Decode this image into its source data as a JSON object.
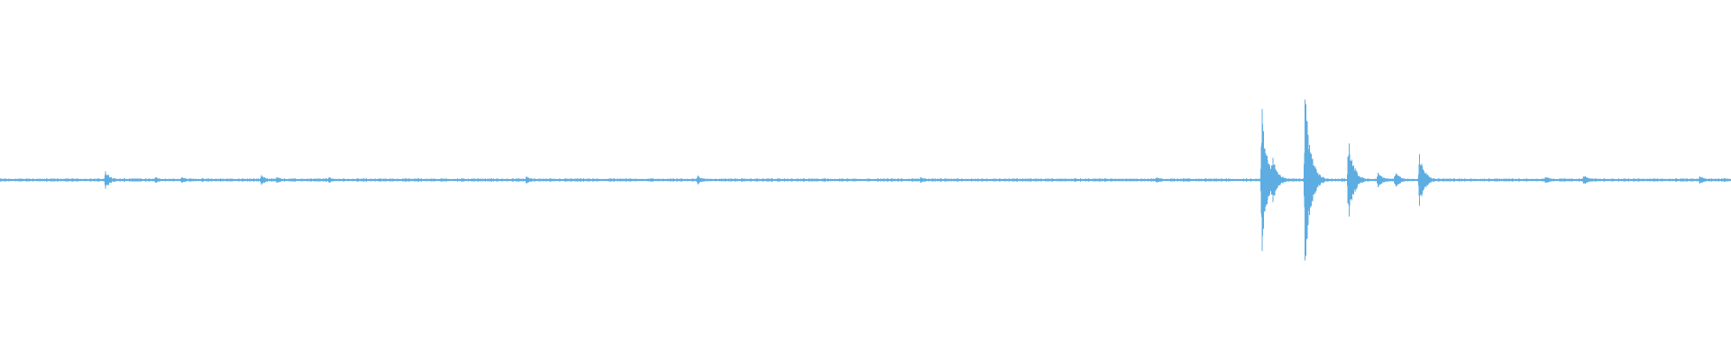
{
  "waveform": {
    "color": "#5dade2",
    "background": "#ffffff",
    "baseline_amplitude": 0.012,
    "peaks": [
      {
        "position": 0.061,
        "amplitude": 0.09
      },
      {
        "position": 0.09,
        "amplitude": 0.03
      },
      {
        "position": 0.105,
        "amplitude": 0.035
      },
      {
        "position": 0.151,
        "amplitude": 0.05
      },
      {
        "position": 0.16,
        "amplitude": 0.035
      },
      {
        "position": 0.19,
        "amplitude": 0.03
      },
      {
        "position": 0.304,
        "amplitude": 0.035
      },
      {
        "position": 0.403,
        "amplitude": 0.045
      },
      {
        "position": 0.532,
        "amplitude": 0.035
      },
      {
        "position": 0.668,
        "amplitude": 0.03
      },
      {
        "position": 0.729,
        "amplitude": 0.7
      },
      {
        "position": 0.735,
        "amplitude": 0.25
      },
      {
        "position": 0.754,
        "amplitude": 0.9
      },
      {
        "position": 0.779,
        "amplitude": 0.4
      },
      {
        "position": 0.796,
        "amplitude": 0.07
      },
      {
        "position": 0.806,
        "amplitude": 0.08
      },
      {
        "position": 0.82,
        "amplitude": 0.25
      },
      {
        "position": 0.893,
        "amplitude": 0.04
      },
      {
        "position": 0.915,
        "amplitude": 0.05
      },
      {
        "position": 0.982,
        "amplitude": 0.04
      }
    ]
  }
}
